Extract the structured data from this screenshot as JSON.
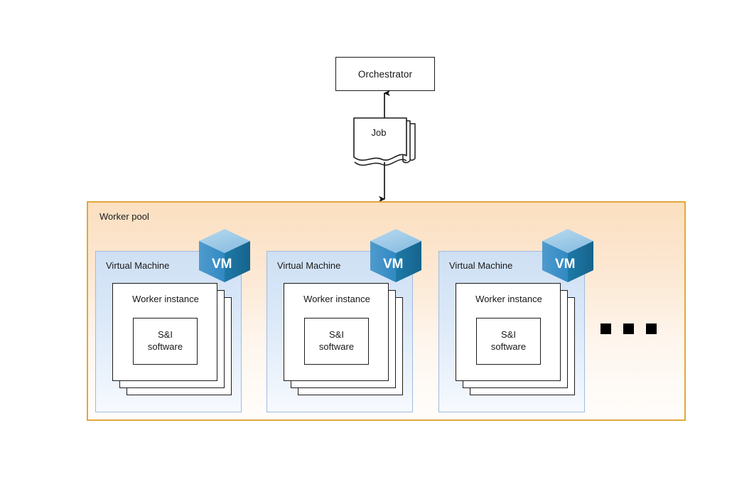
{
  "diagram": {
    "orchestrator": {
      "label": "Orchestrator"
    },
    "job": {
      "label": "Job",
      "shape": "multi-document"
    },
    "arrows": [
      {
        "name": "job-to-orchestrator",
        "direction": "up"
      },
      {
        "name": "job-to-worker-pool",
        "direction": "down"
      }
    ],
    "worker_pool": {
      "title": "Worker pool",
      "border_color": "#e0a93b",
      "background_top": "#fbdfc0",
      "background_bottom": "#fffdfb"
    },
    "virtual_machines": [
      {
        "title": "Virtual Machine",
        "icon_label": "VM",
        "icon": "vm-cube-icon",
        "worker_instance": {
          "title": "Worker instance",
          "stack_count": 3,
          "software": {
            "line1": "S&I",
            "line2": "software"
          }
        }
      },
      {
        "title": "Virtual Machine",
        "icon_label": "VM",
        "icon": "vm-cube-icon",
        "worker_instance": {
          "title": "Worker instance",
          "stack_count": 3,
          "software": {
            "line1": "S&I",
            "line2": "software"
          }
        }
      },
      {
        "title": "Virtual Machine",
        "icon_label": "VM",
        "icon": "vm-cube-icon",
        "worker_instance": {
          "title": "Worker instance",
          "stack_count": 3,
          "software": {
            "line1": "S&I",
            "line2": "software"
          }
        }
      }
    ],
    "ellipsis": {
      "name": "more-vms-ellipsis",
      "count": 3,
      "color": "#000000"
    },
    "colors": {
      "vm_panel_border": "#9dbbe0",
      "vm_panel_fill_top": "#cfe0f4",
      "vm_panel_fill_bottom": "#f7fafe",
      "cube_top": "#9fcbe8",
      "cube_left": "#3d92c9",
      "cube_right": "#1a6e99",
      "stroke": "#1c1c1c"
    }
  }
}
